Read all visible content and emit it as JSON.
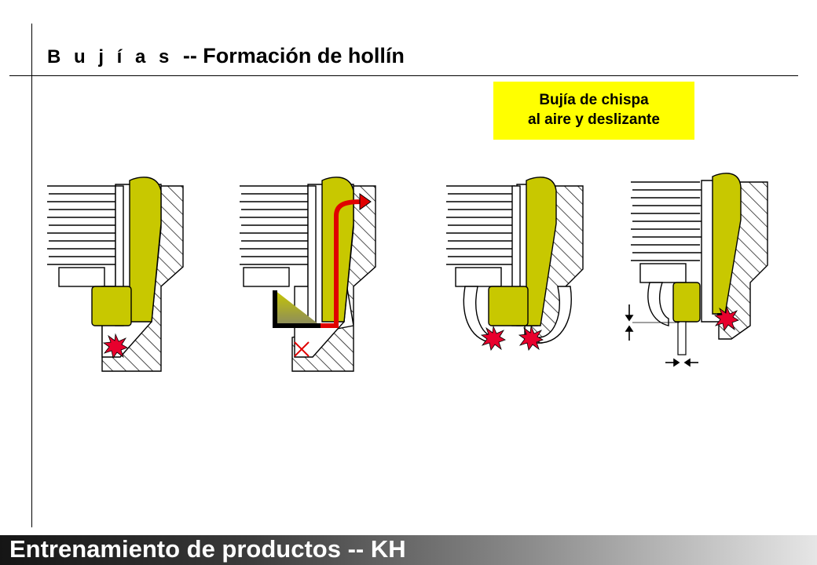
{
  "header": {
    "title_spaced": "B u j í a s",
    "title_rest": "-- Formación de hollín"
  },
  "callout": {
    "line1": "Bujía de chispa",
    "line2": "al aire y deslizante"
  },
  "footer": {
    "text": "Entrenamiento de productos -- KH"
  },
  "colors": {
    "insulator": "#c8c800",
    "soot": "#000000",
    "arrow": "#e00000",
    "spark": "#e8002d",
    "callout_bg": "#ffff00"
  },
  "diagrams": [
    {
      "id": "spark-in-air",
      "icons": [
        "spark-icon"
      ]
    },
    {
      "id": "soot-path",
      "icons": [
        "soot-layer",
        "creep-arrow-icon",
        "blocked-spark-icon"
      ]
    },
    {
      "id": "air-gliding-spark",
      "icons": [
        "spark-icon",
        "spark-icon"
      ]
    },
    {
      "id": "gap-dimensions",
      "icons": [
        "spark-icon",
        "gap-arrows-icon"
      ]
    }
  ]
}
